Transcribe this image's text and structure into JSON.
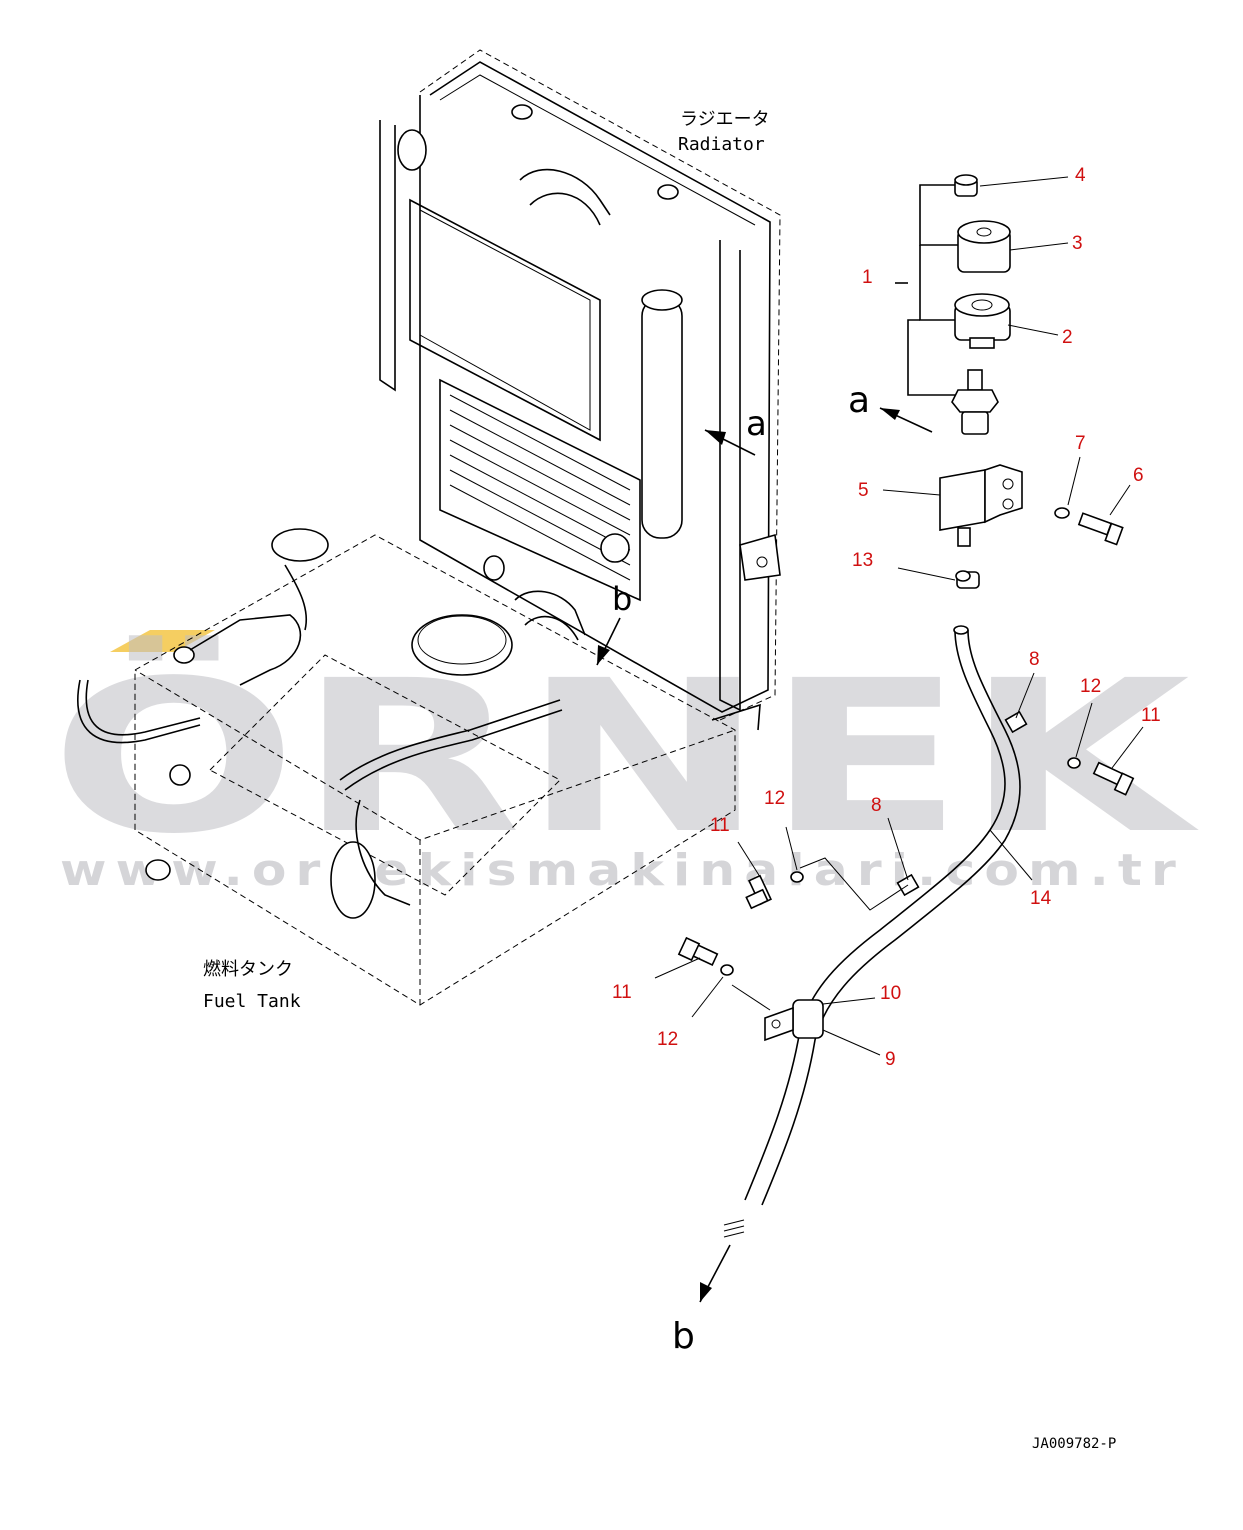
{
  "labels": {
    "radiator_jp": "ラジエータ",
    "radiator_en": "Radiator",
    "fuel_tank_jp": "燃料タンク",
    "fuel_tank_en": "Fuel Tank",
    "view_a": "a",
    "view_b": "b",
    "drawing_code": "JA009782-P"
  },
  "callouts": [
    "1",
    "2",
    "3",
    "4",
    "5",
    "6",
    "7",
    "8",
    "9",
    "10",
    "11",
    "12",
    "13",
    "14"
  ],
  "watermark": {
    "brand": "ÖRNEK",
    "url": "www.ornekismakinalari.com.tr"
  },
  "colors": {
    "callout": "#d01010",
    "line": "#000000",
    "watermark": "#bfbfc4",
    "accent": "#f2c23a"
  }
}
